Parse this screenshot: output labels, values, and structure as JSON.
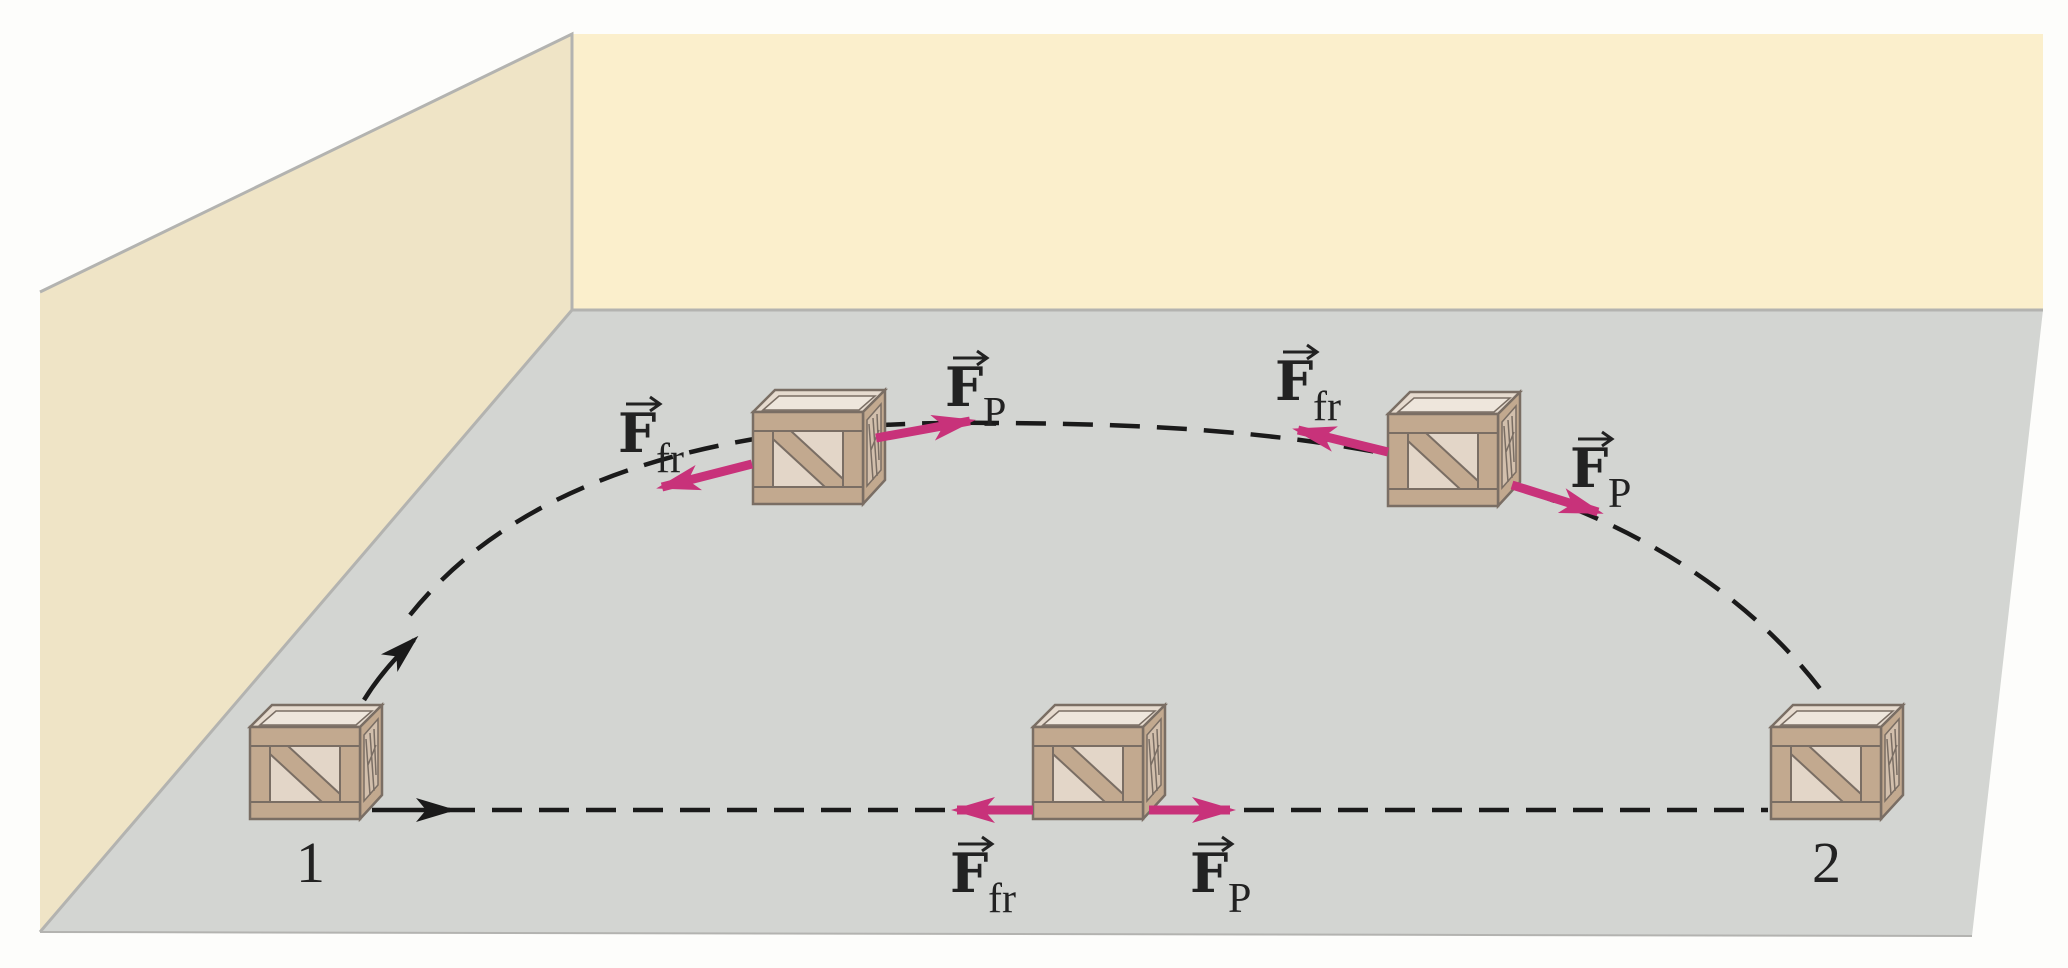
{
  "diagram": {
    "points": [
      {
        "id": "start",
        "label": "1"
      },
      {
        "id": "end",
        "label": "2"
      }
    ],
    "force_labels": {
      "symbol": "F",
      "friction_subscript": "fr",
      "push_subscript": "P"
    },
    "colors": {
      "back_wall": "#fbefcc",
      "side_wall": "#efe4c6",
      "floor": "#d3d5d2",
      "crate_frame": "#c2a98f",
      "crate_panel": "#e3d6c8",
      "crate_top": "#e6dbcf",
      "crate_edge": "#7a6e64",
      "force_arrow": "#c8327a",
      "path_line": "#1a1a1a"
    }
  }
}
